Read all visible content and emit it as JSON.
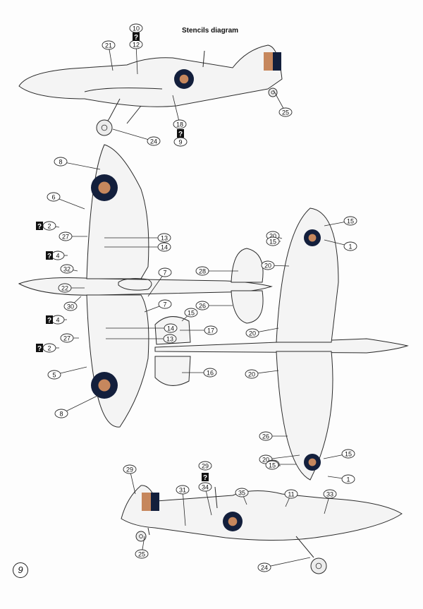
{
  "title": "Stencils diagram",
  "page_number": "9",
  "unknown_marker": "?",
  "colors": {
    "roundel_blue": "#131f3c",
    "roundel_red": "#c6875d",
    "outline": "#2a2a2a"
  },
  "callouts": {
    "side_top": [
      "10",
      "12",
      "21",
      "18",
      "9",
      "24",
      "25"
    ],
    "plan_top": [
      "8",
      "6",
      "2",
      "27",
      "13",
      "14",
      "4",
      "32",
      "22",
      "30",
      "7",
      "28",
      "26"
    ],
    "plan_bottom": [
      "7",
      "4",
      "14",
      "13",
      "27",
      "2",
      "5",
      "8"
    ],
    "tail_plane": [
      "15",
      "17",
      "16"
    ],
    "underside": [
      "15",
      "20",
      "1",
      "15",
      "20",
      "20",
      "20",
      "26",
      "20",
      "20",
      "15",
      "1",
      "15"
    ],
    "side_bottom": [
      "29",
      "31",
      "29",
      "34",
      "35",
      "11",
      "33",
      "25",
      "24"
    ]
  }
}
